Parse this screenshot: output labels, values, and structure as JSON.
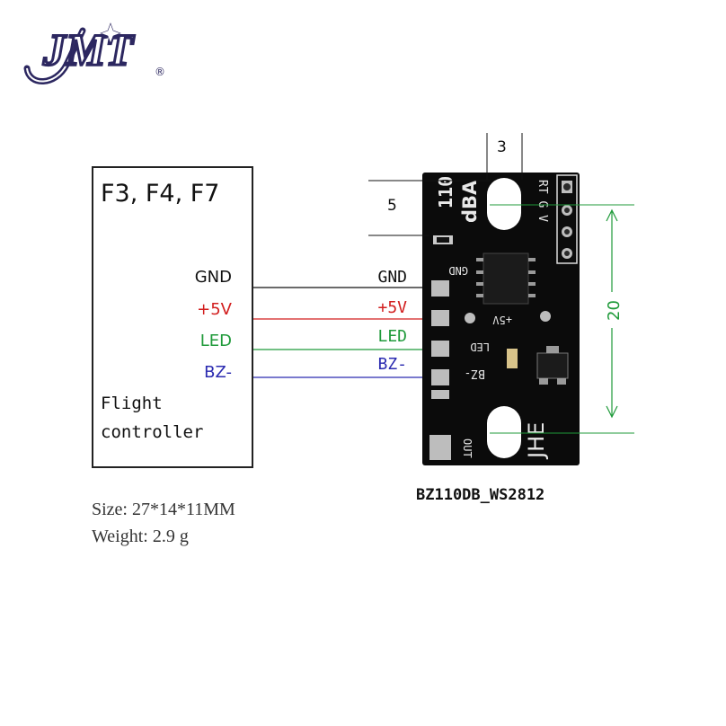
{
  "logo": {
    "text": "JMT",
    "registered": "®"
  },
  "flight_controller": {
    "models": "F3, F4, F7",
    "label_line1": "Flight",
    "label_line2": "controller"
  },
  "pins": [
    {
      "name": "GND",
      "color": "#111111"
    },
    {
      "name": "+5V",
      "color": "#d21e1e"
    },
    {
      "name": "LED",
      "color": "#1f9a3a"
    },
    {
      "name": "BZ-",
      "color": "#2a2ab0"
    }
  ],
  "board": {
    "silkscreen_top": "110",
    "silkscreen_db": "dBA",
    "silkscreen_header": "RT G V",
    "pad_gnd": "GND",
    "pad_5v": "+5V",
    "pad_led": "LED",
    "pad_bz": "BZ-",
    "pad_out": "OUT",
    "brand": "JHE",
    "board_color": "#0b0b0b",
    "silk_color": "#e8e8e8"
  },
  "dimensions": {
    "top": "3",
    "left": "5",
    "height": "20",
    "height_color": "#1f9a3a"
  },
  "specs": {
    "size": "Size:   27*14*11MM",
    "weight": "Weight:  2.9 g"
  },
  "model_name": "BZ110DB_WS2812"
}
